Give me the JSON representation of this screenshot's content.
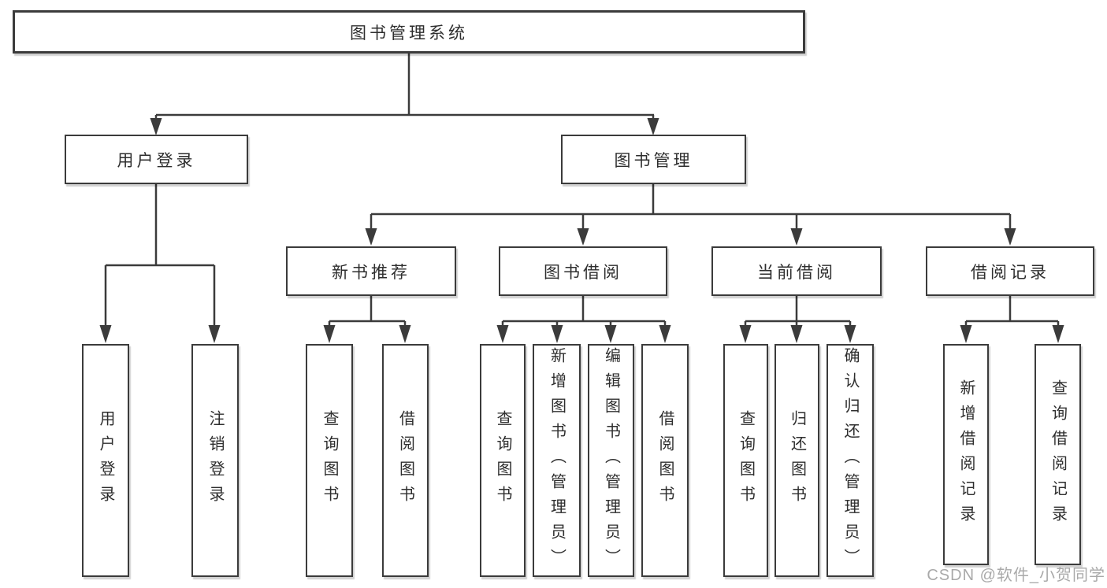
{
  "tree": {
    "label": "图书管理系统",
    "children": [
      {
        "label": "用户登录",
        "children": [
          {
            "label": "用户登录"
          },
          {
            "label": "注销登录"
          }
        ]
      },
      {
        "label": "图书管理",
        "children": [
          {
            "label": "新书推荐",
            "children": [
              {
                "label": "查询图书"
              },
              {
                "label": "借阅图书"
              }
            ]
          },
          {
            "label": "图书借阅",
            "children": [
              {
                "label": "查询图书"
              },
              {
                "label": "新增图书（管理员）"
              },
              {
                "label": "编辑图书（管理员）"
              },
              {
                "label": "借阅图书"
              }
            ]
          },
          {
            "label": "当前借阅",
            "children": [
              {
                "label": "查询图书"
              },
              {
                "label": "归还图书"
              },
              {
                "label": "确认归还（管理员）"
              }
            ]
          },
          {
            "label": "借阅记录",
            "children": [
              {
                "label": "新增借阅记录"
              },
              {
                "label": "查询借阅记录"
              }
            ]
          }
        ]
      }
    ]
  },
  "watermark": "CSDN @软件_小贺同学",
  "colors": {
    "line": "#3b3b3b",
    "box_border": "#3b3b3b",
    "text": "#2e2e2e",
    "watermark": "#a9a9a9",
    "background": "#ffffff"
  }
}
